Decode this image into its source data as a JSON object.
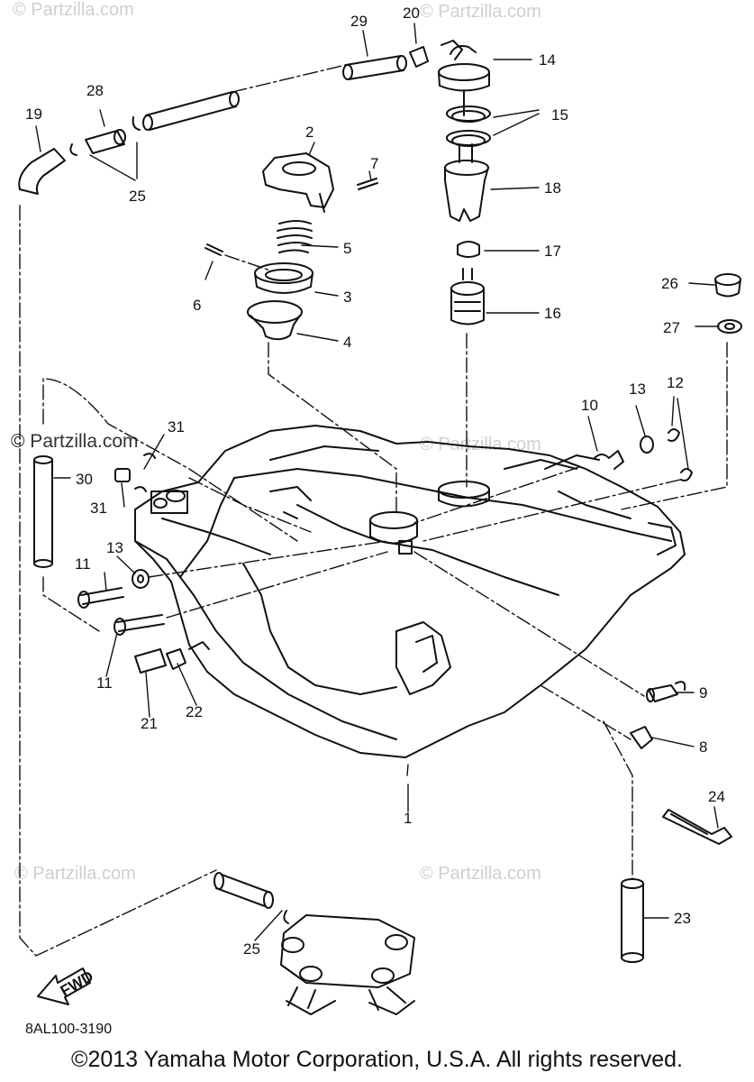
{
  "watermark_text": "© Partzilla.com",
  "part_code": "8AL100-3190",
  "copyright": "©2013 Yamaha Motor Corporation, U.S.A. All rights reserved.",
  "fwd_label": "FWD",
  "callouts": {
    "c1": "1",
    "c2": "2",
    "c3": "3",
    "c4": "4",
    "c5": "5",
    "c6": "6",
    "c7": "7",
    "c8": "8",
    "c9": "9",
    "c10": "10",
    "c11a": "11",
    "c11b": "11",
    "c12": "12",
    "c13a": "13",
    "c13b": "13",
    "c14": "14",
    "c15": "15",
    "c16": "16",
    "c17": "17",
    "c18": "18",
    "c19": "19",
    "c20": "20",
    "c21": "21",
    "c22": "22",
    "c23": "23",
    "c24": "24",
    "c25a": "25",
    "c25b": "25",
    "c26": "26",
    "c27": "27",
    "c28": "28",
    "c29": "29",
    "c30": "30",
    "c31a": "31",
    "c31b": "31"
  },
  "colors": {
    "ink": "#111111",
    "watermark": "#cfcfcf",
    "background": "#ffffff"
  }
}
